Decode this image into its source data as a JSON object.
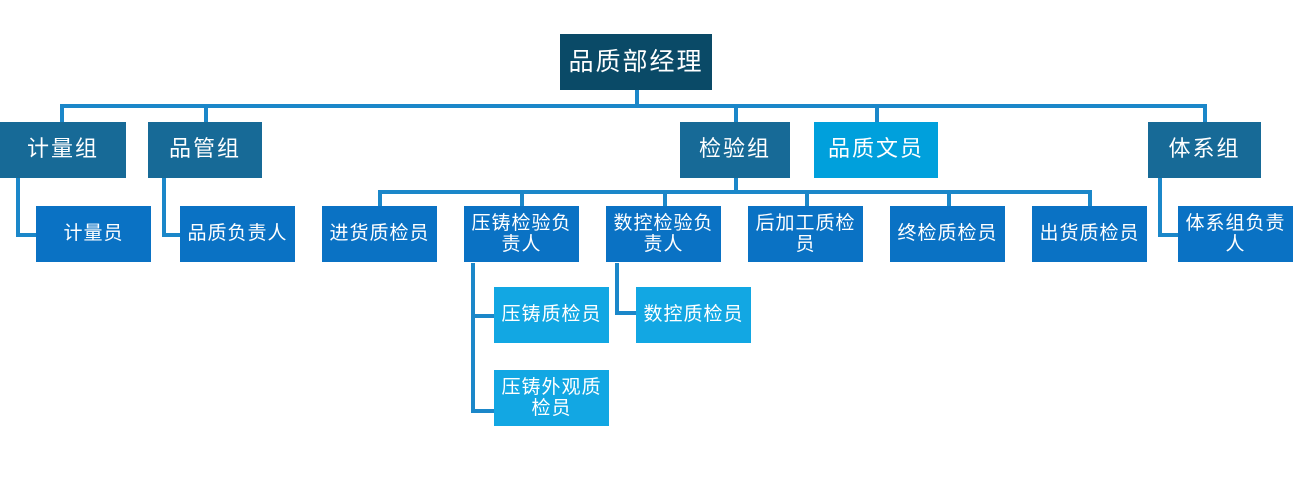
{
  "title": "品质部组织架构图",
  "colors": {
    "root": "#0a4a67",
    "group": "#176a97",
    "group_accent": "#00a0dc",
    "staff": "#0a72c4",
    "staff_light": "#12a7e3",
    "connector": "#1b87c9",
    "background": "#ffffff"
  },
  "chart_data": {
    "type": "diagram",
    "diagram_type": "organization-chart",
    "orientation": "top-down",
    "levels": 4,
    "node_count": 20,
    "root": "品质部经理",
    "nodes": [
      {
        "id": "n0",
        "label": "品质部经理",
        "level": 0,
        "parent": null,
        "style": "root"
      },
      {
        "id": "n1",
        "label": "计量组",
        "level": 1,
        "parent": "n0",
        "style": "group"
      },
      {
        "id": "n2",
        "label": "品管组",
        "level": 1,
        "parent": "n0",
        "style": "group"
      },
      {
        "id": "n3",
        "label": "检验组",
        "level": 1,
        "parent": "n0",
        "style": "group"
      },
      {
        "id": "n4",
        "label": "品质文员",
        "level": 1,
        "parent": "n0",
        "style": "group-accent"
      },
      {
        "id": "n5",
        "label": "体系组",
        "level": 1,
        "parent": "n0",
        "style": "group"
      },
      {
        "id": "n6",
        "label": "计量员",
        "level": 2,
        "parent": "n1",
        "style": "staff"
      },
      {
        "id": "n7",
        "label": "品质负责人",
        "level": 2,
        "parent": "n2",
        "style": "staff"
      },
      {
        "id": "n8",
        "label": "进货质检员",
        "level": 2,
        "parent": "n3",
        "style": "staff"
      },
      {
        "id": "n9",
        "label": "压铸检验负责人",
        "level": 2,
        "parent": "n3",
        "style": "staff"
      },
      {
        "id": "n10",
        "label": "数控检验负责人",
        "level": 2,
        "parent": "n3",
        "style": "staff"
      },
      {
        "id": "n11",
        "label": "后加工质检员",
        "level": 2,
        "parent": "n3",
        "style": "staff"
      },
      {
        "id": "n12",
        "label": "终检质检员",
        "level": 2,
        "parent": "n3",
        "style": "staff"
      },
      {
        "id": "n13",
        "label": "出货质检员",
        "level": 2,
        "parent": "n3",
        "style": "staff"
      },
      {
        "id": "n14",
        "label": "体系组负责人",
        "level": 2,
        "parent": "n5",
        "style": "staff"
      },
      {
        "id": "n15",
        "label": "压铸质检员",
        "level": 3,
        "parent": "n9",
        "style": "staff-light"
      },
      {
        "id": "n16",
        "label": "压铸外观质检员",
        "level": 3,
        "parent": "n9",
        "style": "staff-light"
      },
      {
        "id": "n17",
        "label": "数控质检员",
        "level": 3,
        "parent": "n10",
        "style": "staff-light"
      }
    ]
  },
  "nodes": {
    "manager": "品质部经理",
    "metrology_group": "计量组",
    "quality_control_group": "品管组",
    "inspection_group": "检验组",
    "quality_clerk": "品质文员",
    "system_group": "体系组",
    "metrology_staff": "计量员",
    "quality_lead": "品质负责人",
    "incoming_inspector": "进货质检员",
    "diecast_lead": "压铸检验负责人",
    "cnc_lead": "数控检验负责人",
    "post_process_inspector": "后加工质检员",
    "final_inspector": "终检质检员",
    "outgoing_inspector": "出货质检员",
    "system_lead": "体系组负责人",
    "diecast_inspector": "压铸质检员",
    "diecast_visual_inspector": "压铸外观质检员",
    "cnc_inspector": "数控质检员"
  }
}
